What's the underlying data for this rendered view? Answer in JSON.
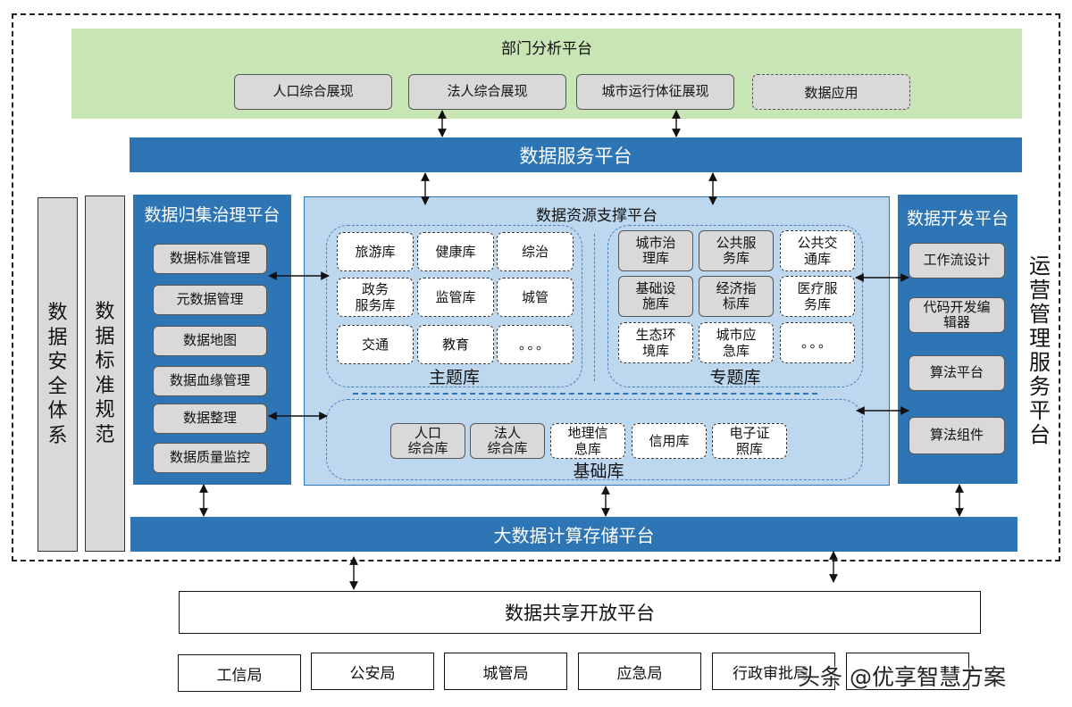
{
  "departments": {
    "title": "部门分析平台",
    "items": [
      "人口综合展现",
      "法人综合展现",
      "城市运行体征展现",
      "数据应用"
    ]
  },
  "data_service": "数据服务平台",
  "governance": {
    "title": "数据归集治理平台",
    "items": [
      "数据标准管理",
      "元数据管理",
      "数据地图",
      "数据血缘管理",
      "数据整理",
      "数据质量监控"
    ]
  },
  "resource": {
    "title": "数据资源支撑平台",
    "theme": {
      "label": "主题库",
      "items": [
        "旅游库",
        "健康库",
        "综治",
        "政务\n服务库",
        "监管库",
        "城管",
        "交通",
        "教育",
        "。。。"
      ]
    },
    "special": {
      "label": "专题库",
      "items": [
        "城市治\n理库",
        "公共服\n务库",
        "公共交\n通库",
        "基础设\n施库",
        "经济指\n标库",
        "医疗服\n务库",
        "生态环\n境库",
        "城市应\n急库",
        "。。。"
      ]
    },
    "basic": {
      "label": "基础库",
      "items": [
        "人口\n综合库",
        "法人\n综合库",
        "地理信\n息库",
        "信用库",
        "电子证\n照库"
      ]
    }
  },
  "dev": {
    "title": "数据开发平台",
    "items": [
      "工作流设计",
      "代码开发编\n辑器",
      "算法平台",
      "算法组件"
    ]
  },
  "security": "数\n据\n安\n全\n体\n系",
  "standard": "数\n据\n标\n准\n规\n范",
  "ops": "运\n营\n管\n理\n服\n务\n平\n台",
  "compute": "大数据计算存储平台",
  "sharing": "数据共享开放平台",
  "bureaus": [
    "工信局",
    "公安局",
    "城管局",
    "应急局",
    "行政审批局",
    ""
  ],
  "watermark": "头条 @优享智慧方案"
}
